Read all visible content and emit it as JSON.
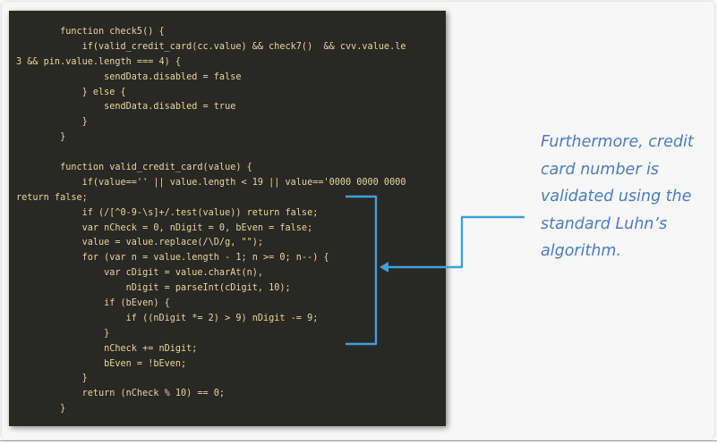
{
  "code": {
    "lines": [
      "        function check5() {",
      "            if(valid_credit_card(cc.value) && check7()  && cvv.value.le",
      "3 && pin.value.length === 4) {",
      "                sendData.disabled = false",
      "            } else {",
      "                sendData.disabled = true",
      "            }",
      "        }",
      "",
      "        function valid_credit_card(value) {",
      "            if(value=='' || value.length < 19 || value=='0000 0000 0000",
      "return false;",
      "            if (/[^0-9-\\s]+/.test(value)) return false;",
      "            var nCheck = 0, nDigit = 0, bEven = false;",
      "            value = value.replace(/\\D/g, \"\");",
      "            for (var n = value.length - 1; n >= 0; n--) {",
      "                var cDigit = value.charAt(n),",
      "                    nDigit = parseInt(cDigit, 10);",
      "                if (bEven) {",
      "                    if ((nDigit *= 2) > 9) nDigit -= 9;",
      "                }",
      "                nCheck += nDigit;",
      "                bEven = !bEven;",
      "            }",
      "            return (nCheck % 10) == 0;",
      "        }"
    ]
  },
  "annotation": {
    "lines": [
      "Furthermore, credit",
      "card number is",
      "validated using the",
      "standard Luhn’s",
      "algorithm."
    ]
  },
  "colors": {
    "code_background": "#282824",
    "code_text": "#e4d89a",
    "annotation_text": "#4a7dbf",
    "bracket": "#3fa0dc"
  }
}
